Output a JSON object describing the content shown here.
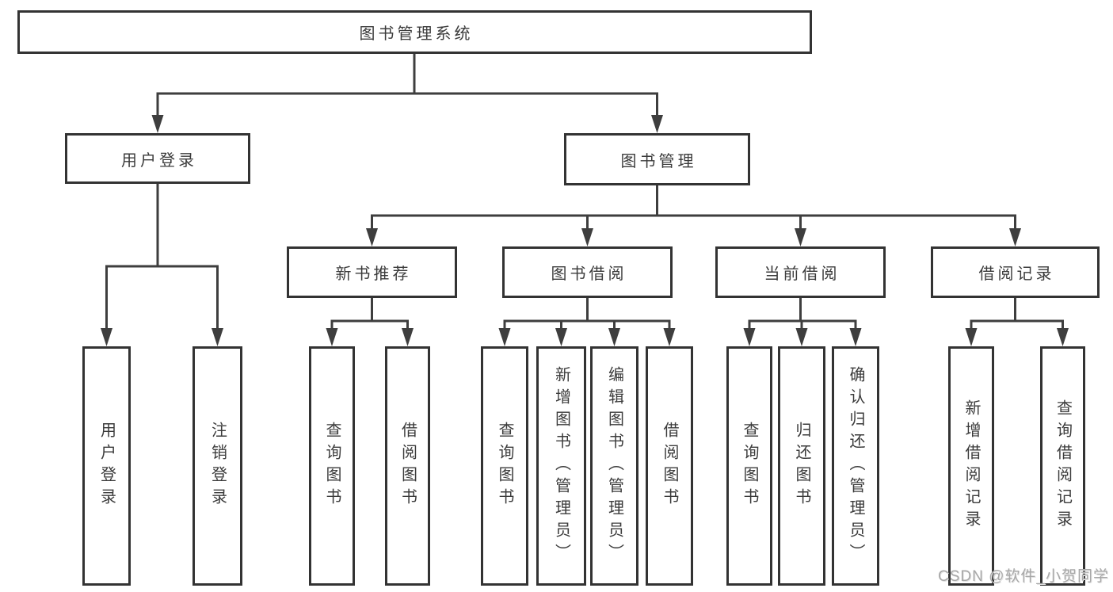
{
  "colors": {
    "background": "#ffffff",
    "line": "#3e3e3e",
    "border": "#333333",
    "text": "#3b3b3b",
    "watermark": "#a8a8a8"
  },
  "tree": {
    "root": {
      "label": "图书管理系统"
    },
    "branches": [
      {
        "label": "用户登录",
        "children": [
          {
            "label": "用户登录"
          },
          {
            "label": "注销登录"
          }
        ]
      },
      {
        "label": "图书管理",
        "children": [
          {
            "label": "新书推荐",
            "children": [
              {
                "label": "查询图书"
              },
              {
                "label": "借阅图书"
              }
            ]
          },
          {
            "label": "图书借阅",
            "children": [
              {
                "label": "查询图书"
              },
              {
                "label": "新增图书（管理员）"
              },
              {
                "label": "编辑图书（管理员）"
              },
              {
                "label": "借阅图书"
              }
            ]
          },
          {
            "label": "当前借阅",
            "children": [
              {
                "label": "查询图书"
              },
              {
                "label": "归还图书"
              },
              {
                "label": "确认归还（管理员）"
              }
            ]
          },
          {
            "label": "借阅记录",
            "children": [
              {
                "label": "新增借阅记录"
              },
              {
                "label": "查询借阅记录"
              }
            ]
          }
        ]
      }
    ]
  },
  "watermark": {
    "text": "CSDN @软件_小贺同学"
  }
}
